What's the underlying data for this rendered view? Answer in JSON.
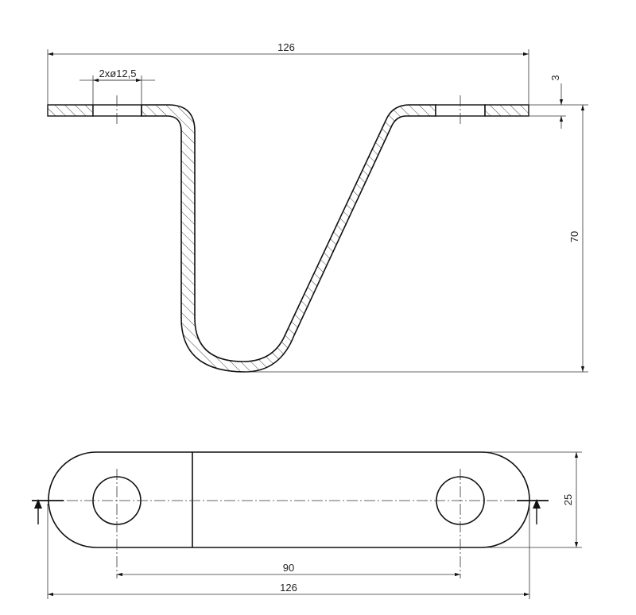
{
  "dimensions": {
    "top_width": "126",
    "hole_spec": "2xø12,5",
    "thickness": "3",
    "height": "70",
    "hole_spacing": "90",
    "bottom_width": "126",
    "strip_width": "25"
  },
  "colors": {
    "line": "#111111",
    "hatch": "#333333",
    "background": "#ffffff"
  }
}
